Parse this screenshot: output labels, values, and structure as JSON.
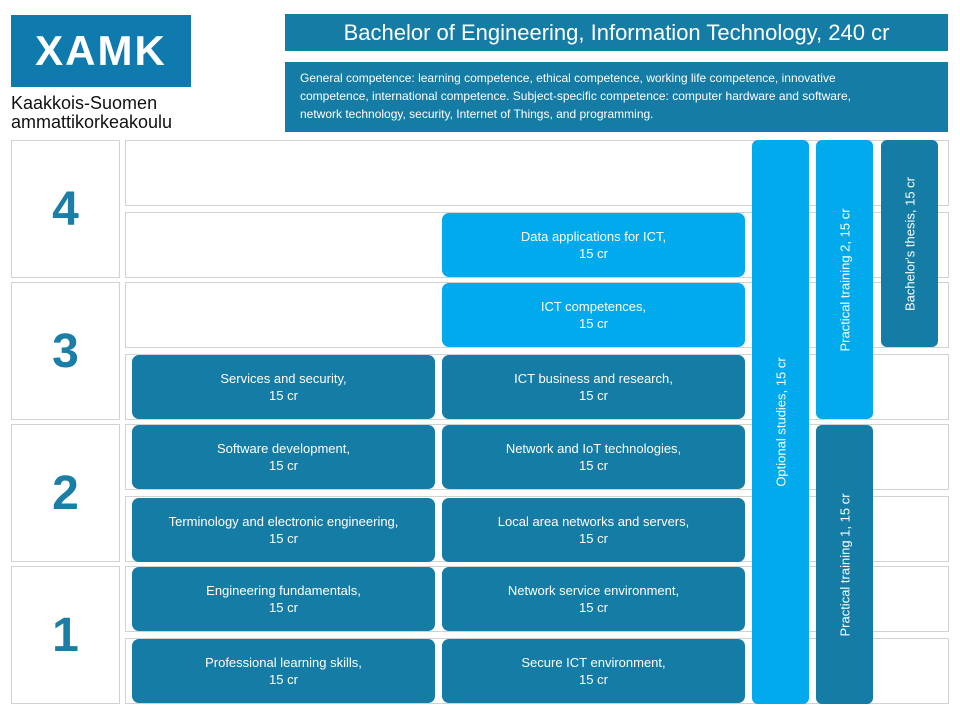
{
  "logo": {
    "mark": "XAMK",
    "line1": "Kaakkois-Suomen",
    "line2": "ammattikorkeakoulu"
  },
  "header": {
    "title": "Bachelor of Engineering, Information Technology, 240 cr",
    "competence_line1": "General competence:  learning competence, ethical competence, working life competence, innovative",
    "competence_line2": "competence, international competence. Subject-specific  competence: computer hardware and software,",
    "competence_line3": "network technology, security, Internet of Things, and programming."
  },
  "years": [
    "4",
    "3",
    "2",
    "1"
  ],
  "courses": [
    {
      "name": "Data applications for ICT,",
      "credits": "15 cr"
    },
    {
      "name": "ICT competences,",
      "credits": "15 cr"
    },
    {
      "name": "Services and security,",
      "credits": "15 cr"
    },
    {
      "name": "ICT business and research,",
      "credits": "15 cr"
    },
    {
      "name": "Software development,",
      "credits": "15 cr"
    },
    {
      "name": "Network and IoT technologies,",
      "credits": "15 cr"
    },
    {
      "name": "Terminology and electronic engineering,",
      "credits": "15 cr"
    },
    {
      "name": "Local area networks and servers,",
      "credits": "15 cr"
    },
    {
      "name": "Engineering fundamentals,",
      "credits": "15 cr"
    },
    {
      "name": "Network service environment,",
      "credits": "15 cr"
    },
    {
      "name": "Professional learning skills,",
      "credits": "15 cr"
    },
    {
      "name": "Secure ICT environment,",
      "credits": "15 cr"
    }
  ],
  "vertical": {
    "optional": "Optional studies, 15 cr",
    "training2": "Practical training 2, 15 cr",
    "training1": "Practical training 1, 15 cr",
    "thesis": "Bachelor's thesis, 15 cr"
  },
  "colors": {
    "dark_blue": "#157ca5",
    "light_blue": "#00aaed",
    "year_number": "#1a7ea6"
  }
}
